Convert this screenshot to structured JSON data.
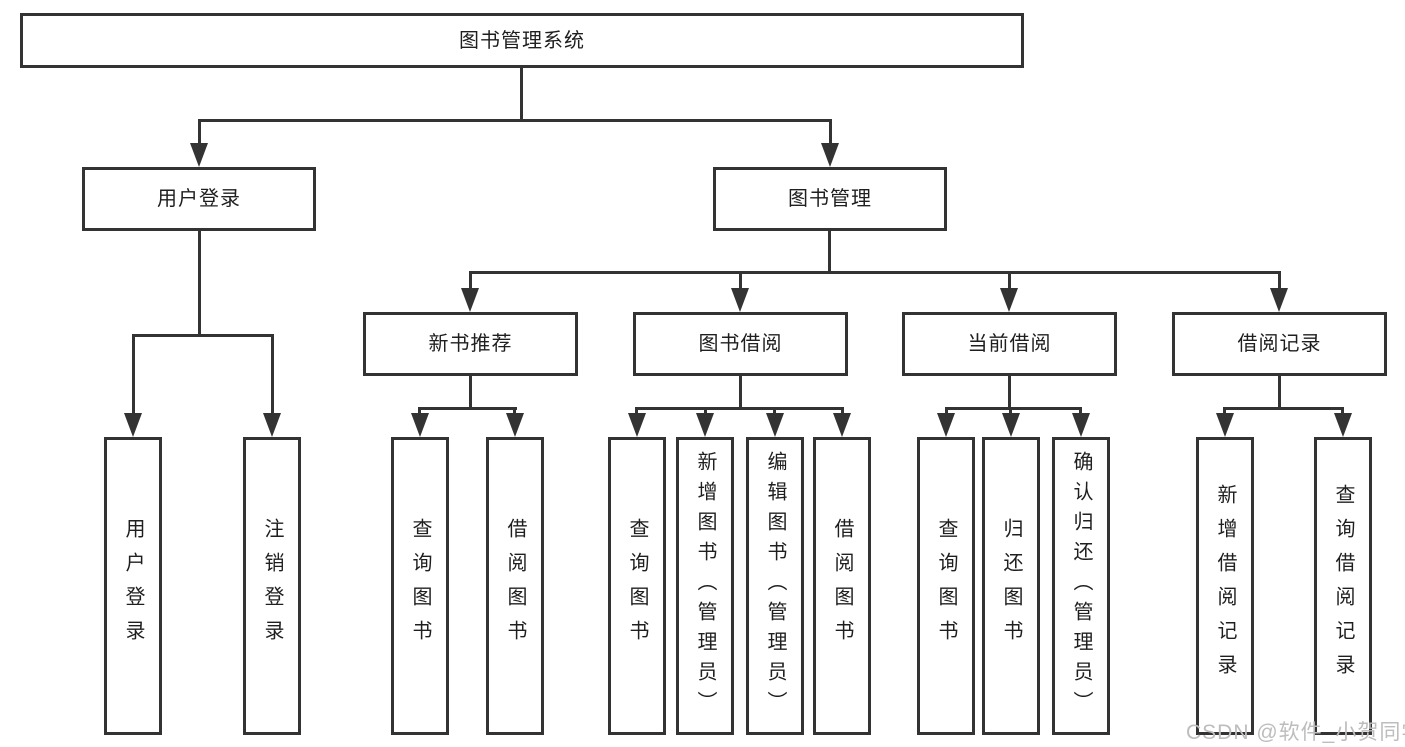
{
  "diagram": {
    "root": {
      "label": "图书管理系统"
    },
    "level2": [
      {
        "label": "用户登录"
      },
      {
        "label": "图书管理"
      }
    ],
    "level3": [
      {
        "label": "新书推荐"
      },
      {
        "label": "图书借阅"
      },
      {
        "label": "当前借阅"
      },
      {
        "label": "借阅记录"
      }
    ],
    "leaves": {
      "user_login": [
        "用户登录",
        "注销登录"
      ],
      "new_book": [
        "查询图书",
        "借阅图书"
      ],
      "book_borrow": [
        "查询图书",
        "新增图书（管理员）",
        "编辑图书（管理员）",
        "借阅图书"
      ],
      "current_borrow": [
        "查询图书",
        "归还图书",
        "确认归还（管理员）"
      ],
      "borrow_record": [
        "新增借阅记录",
        "查询借阅记录"
      ]
    },
    "colors": {
      "line": "#333333",
      "box_border": "#333333",
      "box_background": "#ffffff",
      "text": "#1f1f1f",
      "watermark": "#bdbdbd"
    }
  },
  "watermark": {
    "text": "CSDN @软件_小贺同学"
  }
}
